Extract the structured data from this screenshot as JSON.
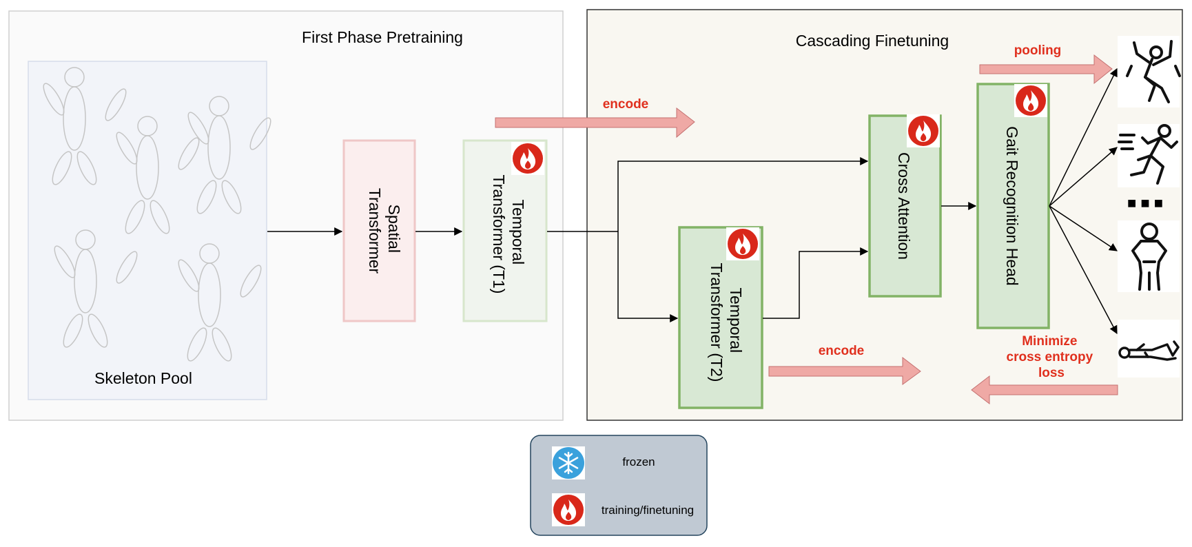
{
  "phase1": {
    "title": "First Phase Pretraining",
    "pool_label": "Skeleton Pool"
  },
  "phase2": {
    "title": "Cascading Finetuning"
  },
  "blocks": {
    "spatial": [
      "Spatial",
      "Transformer"
    ],
    "temporal_t1": [
      "Temporal",
      "Transformer (T1)"
    ],
    "temporal_t2": [
      "Temporal",
      "Transformer (T2)"
    ],
    "cross_attention": "Cross Attention",
    "gait_head": "Gait Recognition Head"
  },
  "annotations": {
    "encode_top": "encode",
    "encode_bottom": "encode",
    "pooling": "pooling",
    "loss": [
      "Minimize",
      "cross entropy",
      "loss"
    ],
    "ellipsis": "■ ■ ■"
  },
  "legend": {
    "frozen": "frozen",
    "training": "training/finetuning"
  },
  "colors": {
    "accent_red": "#e0301e",
    "fire": "#d9281a",
    "snow": "#3aa1dc",
    "green_fill": "#d8e8d4",
    "green_stroke": "#82b366",
    "arrow_fill": "#efa9a5",
    "arrow_stroke": "#c47070"
  }
}
